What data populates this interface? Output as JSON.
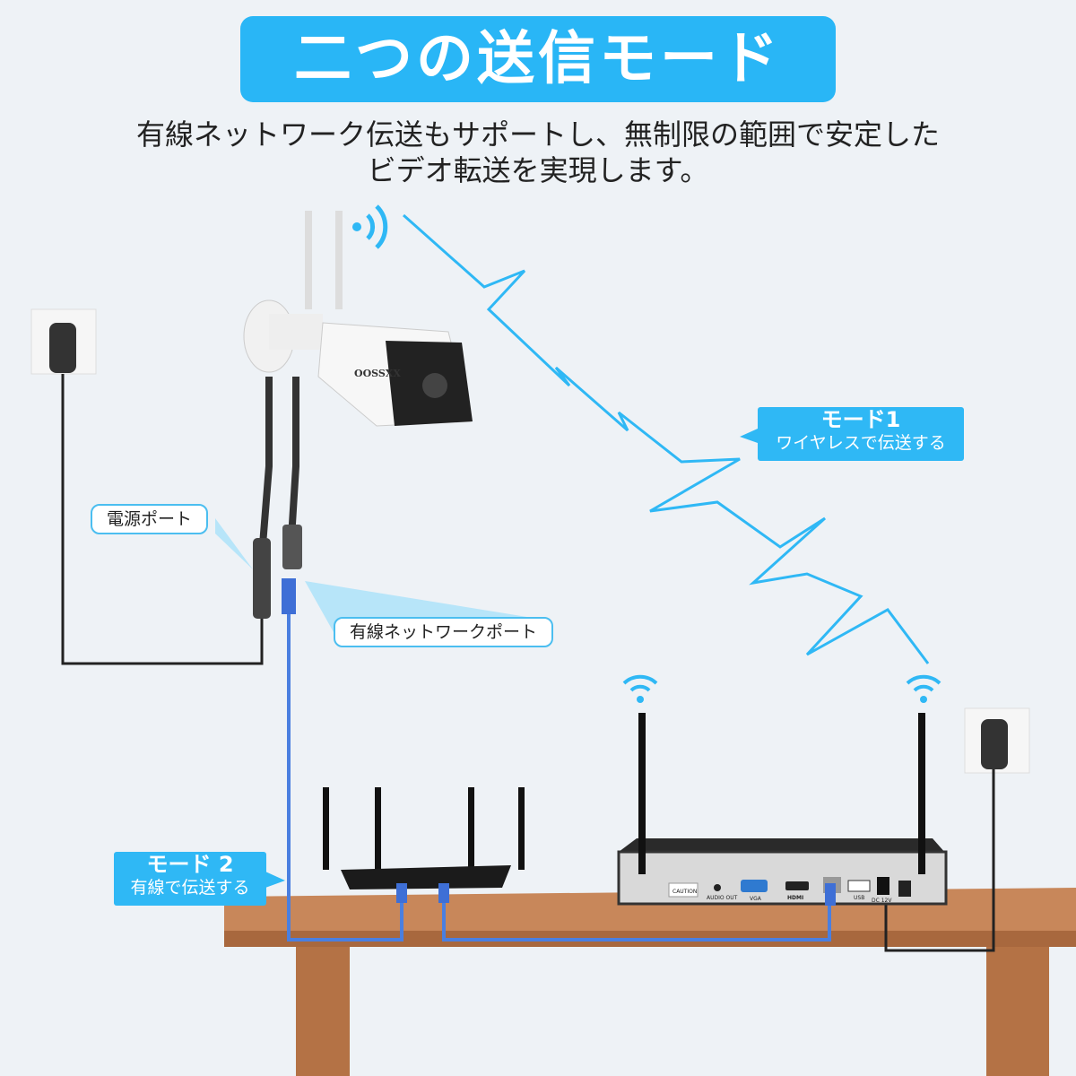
{
  "header": {
    "title": "二つの送信モード",
    "subtitle_line1": "有線ネットワーク伝送もサポートし、無制限の範囲で安定した",
    "subtitle_line2": "ビデオ転送を実現します。"
  },
  "mode1": {
    "title": "モード1",
    "desc": "ワイヤレスで伝送する"
  },
  "mode2": {
    "title": "モード 2",
    "desc": "有線で伝送する"
  },
  "callouts": {
    "power_port": "電源ポート",
    "network_port": "有線ネットワークポート"
  },
  "camera": {
    "brand": "OOSSXX"
  },
  "nvr": {
    "caution": "CAUTION",
    "audio_out": "AUDIO OUT",
    "vga": "VGA",
    "hdmi": "HDMI",
    "usb": "USB",
    "dc": "DC 12V"
  },
  "colors": {
    "accent": "#29b6f6",
    "cable": "#4a7fe0",
    "table": "#b9794a"
  }
}
